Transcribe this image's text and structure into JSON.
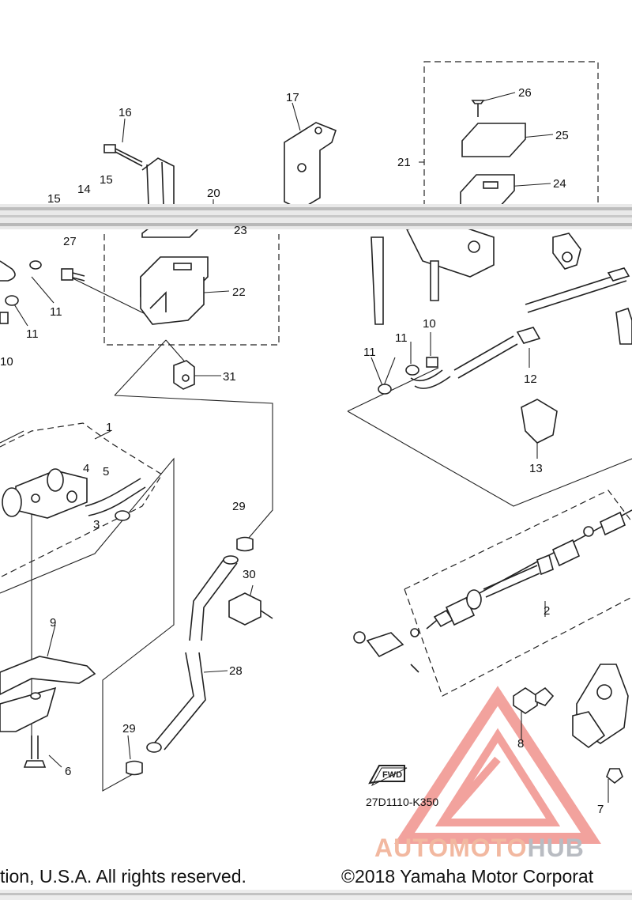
{
  "diagram": {
    "callouts": [
      {
        "id": "c1",
        "text": "1"
      },
      {
        "id": "c2",
        "text": "2"
      },
      {
        "id": "c3",
        "text": "3"
      },
      {
        "id": "c4",
        "text": "4"
      },
      {
        "id": "c5",
        "text": "5"
      },
      {
        "id": "c6",
        "text": "6"
      },
      {
        "id": "c7",
        "text": "7"
      },
      {
        "id": "c8",
        "text": "8"
      },
      {
        "id": "c9",
        "text": "9"
      },
      {
        "id": "c10a",
        "text": "10"
      },
      {
        "id": "c10b",
        "text": "10"
      },
      {
        "id": "c11a",
        "text": "11"
      },
      {
        "id": "c11b",
        "text": "11"
      },
      {
        "id": "c11c",
        "text": "11"
      },
      {
        "id": "c11d",
        "text": "11"
      },
      {
        "id": "c12",
        "text": "12"
      },
      {
        "id": "c13",
        "text": "13"
      },
      {
        "id": "c14",
        "text": "14"
      },
      {
        "id": "c15a",
        "text": "15"
      },
      {
        "id": "c15b",
        "text": "15"
      },
      {
        "id": "c16",
        "text": "16"
      },
      {
        "id": "c17",
        "text": "17"
      },
      {
        "id": "c20",
        "text": "20"
      },
      {
        "id": "c21",
        "text": "21"
      },
      {
        "id": "c22",
        "text": "22"
      },
      {
        "id": "c23",
        "text": "23"
      },
      {
        "id": "c24",
        "text": "24"
      },
      {
        "id": "c25",
        "text": "25"
      },
      {
        "id": "c26",
        "text": "26"
      },
      {
        "id": "c27",
        "text": "27"
      },
      {
        "id": "c28",
        "text": "28"
      },
      {
        "id": "c29a",
        "text": "29"
      },
      {
        "id": "c29b",
        "text": "29"
      },
      {
        "id": "c30",
        "text": "30"
      },
      {
        "id": "c31",
        "text": "31"
      }
    ],
    "fwd_label": "FWD",
    "diagram_code": "27D1110-K350"
  },
  "footer": {
    "copyright_left": "tion, U.S.A. All rights reserved.",
    "copyright_right": "©2018 Yamaha Motor Corporat"
  },
  "watermark": {
    "text_a": "AUTOMOTO",
    "text_b": "HUB",
    "colors": {
      "accent": "#e8574e",
      "text_a": "#f2b8a0",
      "text_b": "#b9bcc2"
    }
  }
}
